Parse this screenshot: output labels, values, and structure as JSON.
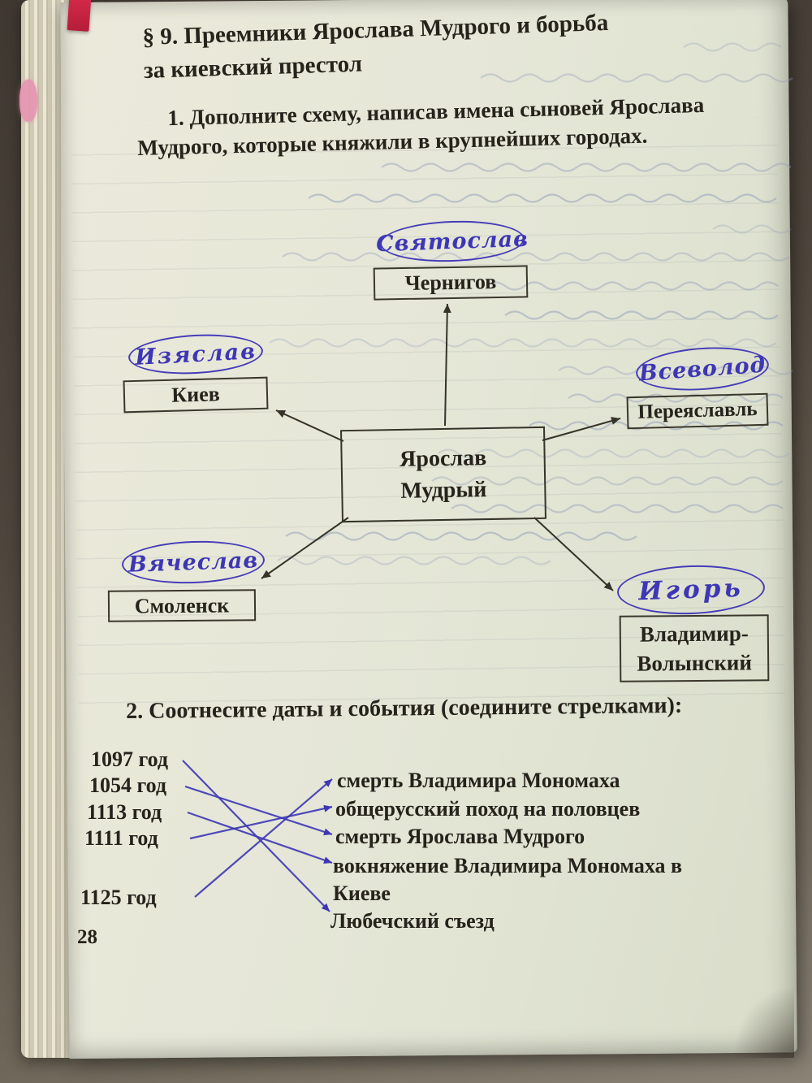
{
  "page": {
    "number": "28"
  },
  "header": {
    "line1": "§ 9. Преемники Ярослава Мудрого и борьба",
    "line2": "за киевский престол"
  },
  "task1": {
    "line1": "1. Дополните схему, написав имена сыновей Ярослава",
    "line2": "Мудрого, которые княжили в крупнейших городах."
  },
  "scheme": {
    "center_line1": "Ярослав",
    "center_line2": "Мудрый",
    "nodes": [
      {
        "city": "Чернигов",
        "name": "Святослав"
      },
      {
        "city": "Киев",
        "name": "Изяслав"
      },
      {
        "city": "Переяславль",
        "name": "Всеволод"
      },
      {
        "city": "Смоленск",
        "name": "Вячеслав"
      },
      {
        "city": "Владимир-Волынский",
        "name": "Игорь"
      }
    ]
  },
  "task2": {
    "heading": "2. Соотнесите даты и события (соедините стрелками):",
    "dates": [
      "1097 год",
      "1054 год",
      "1113 год",
      "1111 год",
      "1125 год"
    ],
    "events": [
      "смерть Владимира Мономаха",
      "общерусский поход на половцев",
      "смерть Ярослава Мудрого",
      "вокняжение Владимира Мономаха в Киеве",
      "Любечский съезд"
    ],
    "matches": [
      {
        "date": "1097 год",
        "event": "Любечский съезд"
      },
      {
        "date": "1054 год",
        "event": "смерть Ярослава Мудрого"
      },
      {
        "date": "1113 год",
        "event": "вокняжение Владимира Мономаха в Киеве"
      },
      {
        "date": "1111 год",
        "event": "общерусский поход на половцев"
      },
      {
        "date": "1125 год",
        "event": "смерть Владимира Мономаха"
      }
    ]
  },
  "colors": {
    "paper": "#e5e6d7",
    "print_ink": "#26231c",
    "pen_ink": "#3d36b5",
    "arrow_ink": "#35332a",
    "bookmark_red": "#c92740"
  }
}
